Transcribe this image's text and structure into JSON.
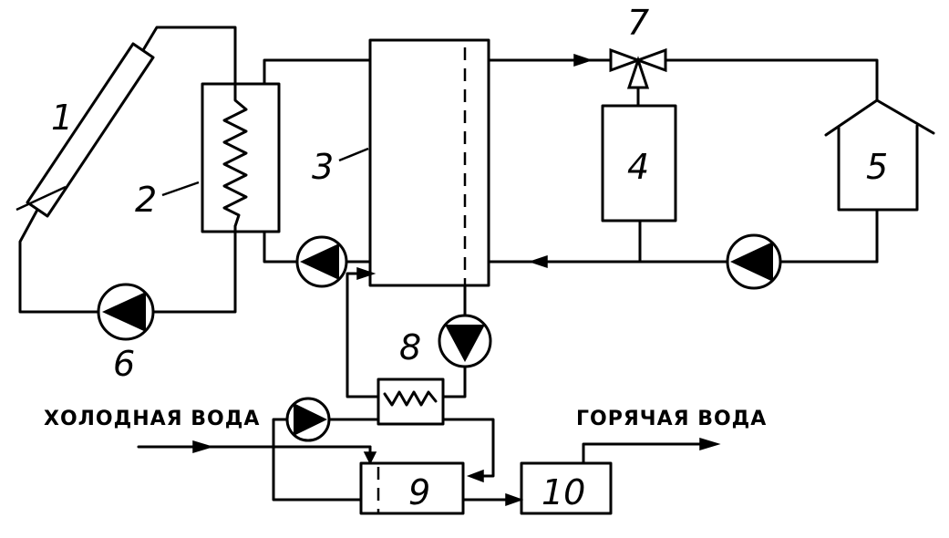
{
  "labels": {
    "l1": "1",
    "l2": "2",
    "l3": "3",
    "l4": "4",
    "l5": "5",
    "l6": "6",
    "l7": "7",
    "l8": "8",
    "l9": "9",
    "l10": "10"
  },
  "captions": {
    "cold_water": "ХОЛОДНАЯ ВОДА",
    "hot_water": "ГОРЯЧАЯ ВОДА"
  }
}
